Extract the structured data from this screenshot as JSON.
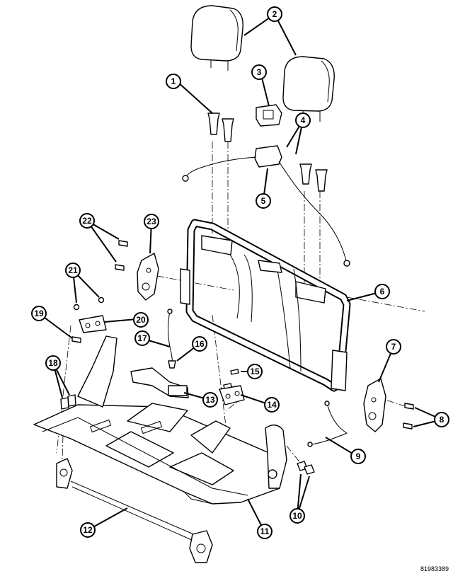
{
  "figure_id": "81983389",
  "callouts": [
    {
      "num": "1"
    },
    {
      "num": "2"
    },
    {
      "num": "3"
    },
    {
      "num": "4"
    },
    {
      "num": "5"
    },
    {
      "num": "6"
    },
    {
      "num": "7"
    },
    {
      "num": "8"
    },
    {
      "num": "9"
    },
    {
      "num": "10"
    },
    {
      "num": "11"
    },
    {
      "num": "12"
    },
    {
      "num": "13"
    },
    {
      "num": "14"
    },
    {
      "num": "15"
    },
    {
      "num": "16"
    },
    {
      "num": "17"
    },
    {
      "num": "18"
    },
    {
      "num": "19"
    },
    {
      "num": "20"
    },
    {
      "num": "21"
    },
    {
      "num": "22"
    },
    {
      "num": "23"
    }
  ]
}
